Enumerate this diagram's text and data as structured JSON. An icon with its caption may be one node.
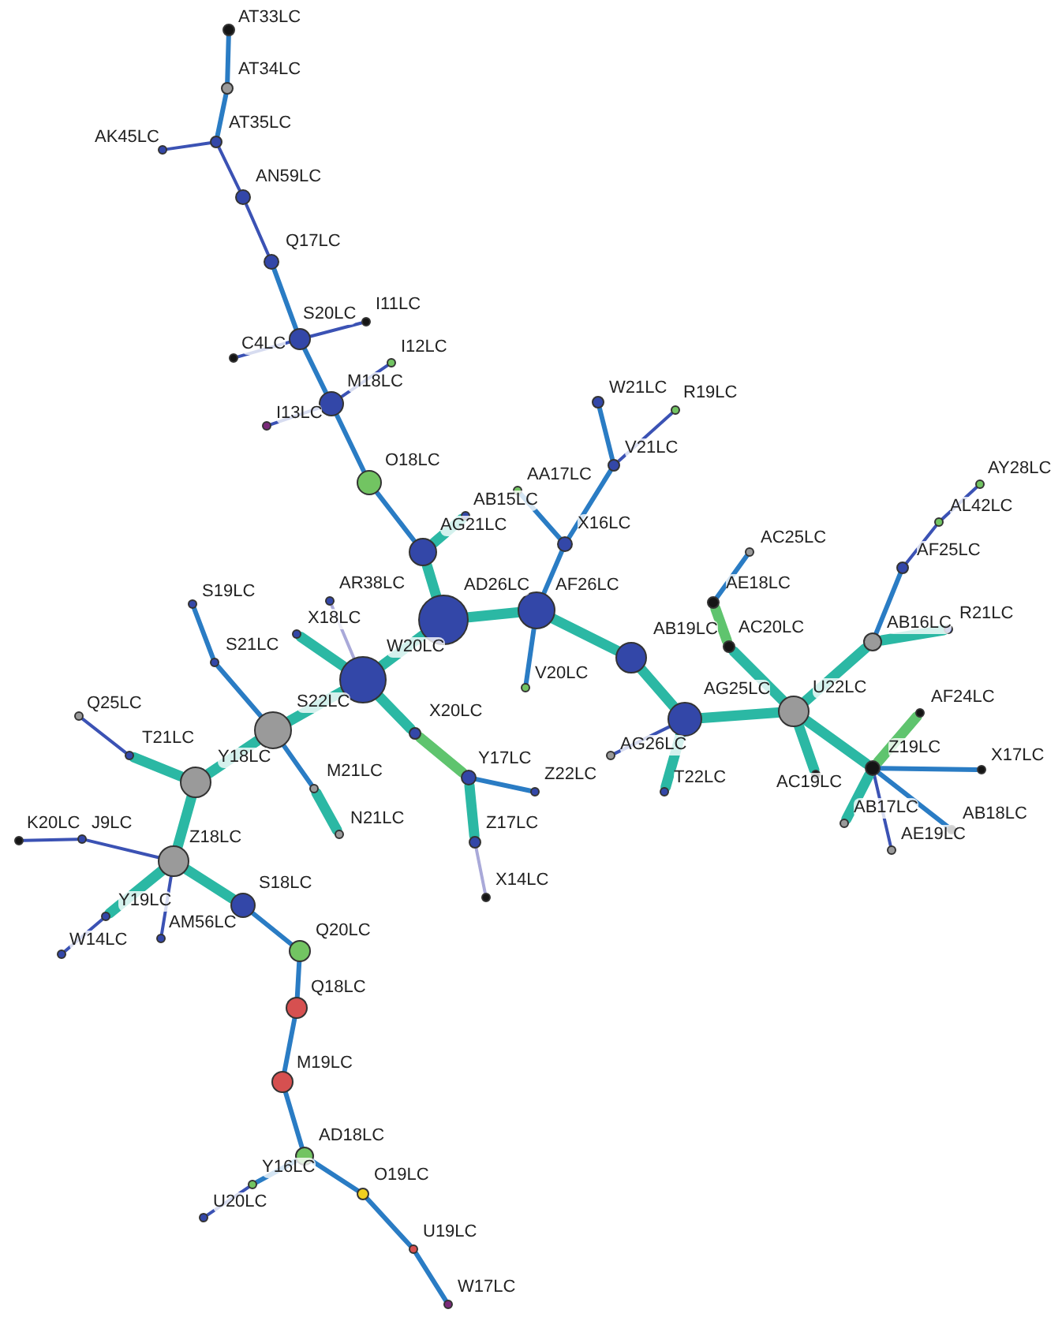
{
  "diagram": {
    "nodes": [
      {
        "text": [],
        "shape": "circle",
        "beside": [
          "AT33LC"
        ]
      },
      {
        "text": [],
        "shape": "circle",
        "beside": [
          "AT34LC"
        ]
      },
      {
        "text": [],
        "shape": "circle",
        "beside": [
          "AT35LC"
        ]
      },
      {
        "text": [],
        "shape": "circle",
        "beside": [
          "AK45LC"
        ]
      },
      {
        "text": [],
        "shape": "circle",
        "beside": [
          "AN59LC"
        ]
      },
      {
        "text": [],
        "shape": "circle",
        "beside": [
          "Q17LC"
        ]
      },
      {
        "text": [],
        "shape": "circle",
        "beside": [
          "S20LC"
        ]
      },
      {
        "text": [],
        "shape": "circle",
        "beside": [
          "I11LC"
        ]
      },
      {
        "text": [],
        "shape": "circle",
        "beside": [
          "C4LC"
        ]
      },
      {
        "text": [],
        "shape": "circle",
        "beside": [
          "I12LC"
        ]
      },
      {
        "text": [],
        "shape": "circle",
        "beside": [
          "M18LC"
        ]
      },
      {
        "text": [],
        "shape": "circle",
        "beside": [
          "I13LC"
        ]
      },
      {
        "text": [],
        "shape": "circle",
        "beside": [
          "O18LC"
        ]
      },
      {
        "text": [],
        "shape": "circle",
        "beside": [
          "AG21LC"
        ]
      },
      {
        "text": [],
        "shape": "circle",
        "beside": [
          "AB15LC"
        ]
      },
      {
        "text": [],
        "shape": "circle",
        "beside": [
          "AD26LC"
        ]
      },
      {
        "text": [],
        "shape": "circle",
        "beside": [
          "AF26LC"
        ]
      },
      {
        "text": [],
        "shape": "circle",
        "beside": [
          "X16LC"
        ]
      },
      {
        "text": [],
        "shape": "circle",
        "beside": [
          "AA17LC"
        ]
      },
      {
        "text": [],
        "shape": "circle",
        "beside": [
          "V21LC"
        ]
      },
      {
        "text": [],
        "shape": "circle",
        "beside": [
          "W21LC"
        ]
      },
      {
        "text": [],
        "shape": "circle",
        "beside": [
          "R19LC"
        ]
      },
      {
        "text": [],
        "shape": "circle",
        "beside": [
          "V20LC"
        ]
      },
      {
        "text": [],
        "shape": "circle",
        "beside": [
          "AB19LC"
        ]
      },
      {
        "text": [],
        "shape": "circle",
        "beside": [
          "AG25LC"
        ]
      },
      {
        "text": [],
        "shape": "circle",
        "beside": [
          "AG26LC"
        ]
      },
      {
        "text": [],
        "shape": "circle",
        "beside": [
          "T22LC"
        ]
      },
      {
        "text": [],
        "shape": "circle",
        "beside": [
          "U22LC"
        ]
      },
      {
        "text": [],
        "shape": "circle",
        "beside": [
          "AC20LC"
        ]
      },
      {
        "text": [],
        "shape": "circle",
        "beside": [
          "AE18LC"
        ]
      },
      {
        "text": [],
        "shape": "circle",
        "beside": [
          "AC25LC"
        ]
      },
      {
        "text": [],
        "shape": "circle",
        "beside": [
          "AB16LC"
        ]
      },
      {
        "text": [],
        "shape": "circle",
        "beside": [
          "R21LC"
        ]
      },
      {
        "text": [],
        "shape": "circle",
        "beside": [
          "AF25LC"
        ]
      },
      {
        "text": [],
        "shape": "circle",
        "beside": [
          "AL42LC"
        ]
      },
      {
        "text": [],
        "shape": "circle",
        "beside": [
          "AY28LC"
        ]
      },
      {
        "text": [],
        "shape": "circle",
        "beside": [
          "AC19LC"
        ]
      },
      {
        "text": [],
        "shape": "circle",
        "beside": [
          "Z19LC"
        ]
      },
      {
        "text": [],
        "shape": "circle",
        "beside": [
          "AF24LC"
        ]
      },
      {
        "text": [],
        "shape": "circle",
        "beside": [
          "X17LC"
        ]
      },
      {
        "text": [],
        "shape": "circle",
        "beside": [
          "AB18LC"
        ]
      },
      {
        "text": [],
        "shape": "circle",
        "beside": [
          "AE19LC"
        ]
      },
      {
        "text": [],
        "shape": "circle",
        "beside": [
          "AB17LC"
        ]
      },
      {
        "text": [],
        "shape": "circle",
        "beside": [
          "S19LC"
        ]
      },
      {
        "text": [],
        "shape": "circle",
        "beside": [
          "AR38LC"
        ]
      },
      {
        "text": [],
        "shape": "circle",
        "beside": [
          "X18LC"
        ]
      },
      {
        "text": [],
        "shape": "circle",
        "beside": [
          "S21LC"
        ]
      },
      {
        "text": [],
        "shape": "circle",
        "beside": [
          "W20LC"
        ]
      },
      {
        "text": [],
        "shape": "circle",
        "beside": [
          "S22LC"
        ]
      },
      {
        "text": [],
        "shape": "circle",
        "beside": [
          "Q25LC"
        ]
      },
      {
        "text": [],
        "shape": "circle",
        "beside": [
          "T21LC"
        ]
      },
      {
        "text": [],
        "shape": "circle",
        "beside": [
          "Y18LC"
        ]
      },
      {
        "text": [],
        "shape": "circle",
        "beside": [
          "M21LC"
        ]
      },
      {
        "text": [],
        "shape": "circle",
        "beside": [
          "X20LC"
        ]
      },
      {
        "text": [],
        "shape": "circle",
        "beside": [
          "Y17LC"
        ]
      },
      {
        "text": [],
        "shape": "circle",
        "beside": [
          "Z22LC"
        ]
      },
      {
        "text": [],
        "shape": "circle",
        "beside": [
          "Z17LC"
        ]
      },
      {
        "text": [],
        "shape": "circle",
        "beside": [
          "N21LC"
        ]
      },
      {
        "text": [],
        "shape": "circle",
        "beside": [
          "K20LC"
        ]
      },
      {
        "text": [],
        "shape": "circle",
        "beside": [
          "J9LC"
        ]
      },
      {
        "text": [],
        "shape": "circle",
        "beside": [
          "Z18LC"
        ]
      },
      {
        "text": [],
        "shape": "circle",
        "beside": [
          "Y19LC"
        ]
      },
      {
        "text": [],
        "shape": "circle",
        "beside": [
          "S18LC"
        ]
      },
      {
        "text": [],
        "shape": "circle",
        "beside": [
          "X14LC"
        ]
      },
      {
        "text": [],
        "shape": "circle",
        "beside": [
          "AM56LC"
        ]
      },
      {
        "text": [],
        "shape": "circle",
        "beside": [
          "W14LC"
        ]
      },
      {
        "text": [],
        "shape": "circle",
        "beside": [
          "Q20LC"
        ]
      },
      {
        "text": [],
        "shape": "circle",
        "beside": [
          "Q18LC"
        ]
      },
      {
        "text": [],
        "shape": "circle",
        "beside": [
          "M19LC"
        ]
      },
      {
        "text": [],
        "shape": "circle",
        "beside": [
          "AD18LC"
        ]
      },
      {
        "text": [],
        "shape": "circle",
        "beside": [
          "Y16LC"
        ]
      },
      {
        "text": [],
        "shape": "circle",
        "beside": [
          "O19LC"
        ]
      },
      {
        "text": [],
        "shape": "circle",
        "beside": [
          "U20LC"
        ]
      },
      {
        "text": [],
        "shape": "circle",
        "beside": [
          "U19LC"
        ]
      },
      {
        "text": [],
        "shape": "circle",
        "beside": [
          "W17LC"
        ]
      }
    ],
    "edges": [
      {
        "from": 0,
        "to": 1,
        "arrow": "none"
      },
      {
        "from": 1,
        "to": 2,
        "arrow": "none"
      },
      {
        "from": 2,
        "to": 3,
        "arrow": "none",
        "color": "#3b52b4"
      },
      {
        "from": 2,
        "to": 4,
        "arrow": "none",
        "color": "#3b52b4"
      },
      {
        "from": 4,
        "to": 5,
        "arrow": "none",
        "color": "#3b52b4"
      },
      {
        "from": 5,
        "to": 6,
        "arrow": "none"
      },
      {
        "from": 6,
        "to": 7,
        "arrow": "none",
        "color": "#3b52b4"
      },
      {
        "from": 6,
        "to": 8,
        "arrow": "none",
        "color": "#3b52b4"
      },
      {
        "from": 6,
        "to": 10,
        "arrow": "none"
      },
      {
        "from": 10,
        "to": 9,
        "arrow": "none",
        "color": "#3b52b4"
      },
      {
        "from": 10,
        "to": 11,
        "arrow": "none",
        "color": "#3b52b4"
      },
      {
        "from": 10,
        "to": 12,
        "arrow": "none"
      },
      {
        "from": 12,
        "to": 13,
        "arrow": "none"
      },
      {
        "from": 13,
        "to": 14,
        "arrow": "none",
        "style": "thick",
        "color": "#2bb8a4"
      },
      {
        "from": 13,
        "to": 15,
        "arrow": "none",
        "style": "thick",
        "color": "#2bb8a4"
      },
      {
        "from": 15,
        "to": 47,
        "arrow": "none",
        "style": "thick",
        "color": "#2bb8a4"
      },
      {
        "from": 15,
        "to": 16,
        "arrow": "none",
        "style": "thick",
        "color": "#2bb8a4"
      },
      {
        "from": 16,
        "to": 17,
        "arrow": "none"
      },
      {
        "from": 17,
        "to": 18,
        "arrow": "none"
      },
      {
        "from": 17,
        "to": 19,
        "arrow": "none"
      },
      {
        "from": 19,
        "to": 20,
        "arrow": "none"
      },
      {
        "from": 19,
        "to": 21,
        "arrow": "none",
        "color": "#3b52b4"
      },
      {
        "from": 16,
        "to": 22,
        "arrow": "none"
      },
      {
        "from": 16,
        "to": 23,
        "arrow": "none",
        "style": "thick",
        "color": "#2bb8a4"
      },
      {
        "from": 23,
        "to": 24,
        "arrow": "none",
        "style": "thick",
        "color": "#2bb8a4"
      },
      {
        "from": 24,
        "to": 25,
        "arrow": "none",
        "color": "#3b52b4"
      },
      {
        "from": 24,
        "to": 26,
        "arrow": "none",
        "style": "thick",
        "color": "#2bb8a4"
      },
      {
        "from": 24,
        "to": 27,
        "arrow": "none",
        "style": "thick",
        "color": "#2bb8a4"
      },
      {
        "from": 27,
        "to": 28,
        "arrow": "none",
        "style": "thick",
        "color": "#2bb8a4"
      },
      {
        "from": 28,
        "to": 29,
        "arrow": "none",
        "style": "thick",
        "color": "#5fc46e"
      },
      {
        "from": 29,
        "to": 30,
        "arrow": "none"
      },
      {
        "from": 27,
        "to": 31,
        "arrow": "none",
        "style": "thick",
        "color": "#2bb8a4"
      },
      {
        "from": 31,
        "to": 32,
        "arrow": "none",
        "style": "thick",
        "color": "#2bb8a4"
      },
      {
        "from": 31,
        "to": 33,
        "arrow": "none"
      },
      {
        "from": 33,
        "to": 34,
        "arrow": "none",
        "color": "#3b52b4"
      },
      {
        "from": 34,
        "to": 35,
        "arrow": "none",
        "color": "#3b52b4"
      },
      {
        "from": 27,
        "to": 36,
        "arrow": "none",
        "style": "thick",
        "color": "#2bb8a4"
      },
      {
        "from": 27,
        "to": 37,
        "arrow": "none",
        "style": "thick",
        "color": "#2bb8a4"
      },
      {
        "from": 37,
        "to": 38,
        "arrow": "none",
        "style": "thick",
        "color": "#5fc46e"
      },
      {
        "from": 37,
        "to": 39,
        "arrow": "none"
      },
      {
        "from": 37,
        "to": 40,
        "arrow": "none"
      },
      {
        "from": 37,
        "to": 41,
        "arrow": "none",
        "color": "#3b52b4"
      },
      {
        "from": 37,
        "to": 42,
        "arrow": "none",
        "style": "thick",
        "color": "#2bb8a4"
      },
      {
        "from": 47,
        "to": 45,
        "arrow": "none",
        "style": "thick",
        "color": "#2bb8a4"
      },
      {
        "from": 47,
        "to": 44,
        "arrow": "none",
        "color": "#a9a9d9"
      },
      {
        "from": 47,
        "to": 48,
        "arrow": "none",
        "style": "thick",
        "color": "#2bb8a4"
      },
      {
        "from": 47,
        "to": 53,
        "arrow": "none",
        "style": "thick",
        "color": "#2bb8a4"
      },
      {
        "from": 53,
        "to": 54,
        "arrow": "none",
        "style": "thick",
        "color": "#5fc46e"
      },
      {
        "from": 54,
        "to": 55,
        "arrow": "none"
      },
      {
        "from": 54,
        "to": 56,
        "arrow": "none",
        "style": "thick",
        "color": "#2bb8a4"
      },
      {
        "from": 56,
        "to": 63,
        "arrow": "none",
        "color": "#a9a9d9"
      },
      {
        "from": 48,
        "to": 46,
        "arrow": "none"
      },
      {
        "from": 46,
        "to": 43,
        "arrow": "none"
      },
      {
        "from": 48,
        "to": 51,
        "arrow": "none",
        "style": "thick",
        "color": "#2bb8a4"
      },
      {
        "from": 48,
        "to": 52,
        "arrow": "none"
      },
      {
        "from": 52,
        "to": 57,
        "arrow": "none",
        "style": "thick",
        "color": "#2bb8a4"
      },
      {
        "from": 51,
        "to": 50,
        "arrow": "none",
        "style": "thick",
        "color": "#2bb8a4"
      },
      {
        "from": 50,
        "to": 49,
        "arrow": "none",
        "color": "#3b52b4"
      },
      {
        "from": 51,
        "to": 60,
        "arrow": "none",
        "style": "thick",
        "color": "#2bb8a4"
      },
      {
        "from": 60,
        "to": 59,
        "arrow": "none",
        "color": "#3b52b4"
      },
      {
        "from": 59,
        "to": 58,
        "arrow": "none",
        "color": "#3b52b4"
      },
      {
        "from": 60,
        "to": 61,
        "arrow": "none",
        "style": "thick",
        "color": "#2bb8a4"
      },
      {
        "from": 61,
        "to": 65,
        "arrow": "none",
        "color": "#3b52b4"
      },
      {
        "from": 60,
        "to": 64,
        "arrow": "none",
        "color": "#3b52b4"
      },
      {
        "from": 60,
        "to": 62,
        "arrow": "none",
        "style": "thick",
        "color": "#2bb8a4"
      },
      {
        "from": 62,
        "to": 66,
        "arrow": "none"
      },
      {
        "from": 66,
        "to": 67,
        "arrow": "none"
      },
      {
        "from": 67,
        "to": 68,
        "arrow": "none"
      },
      {
        "from": 68,
        "to": 69,
        "arrow": "none"
      },
      {
        "from": 69,
        "to": 70,
        "arrow": "none"
      },
      {
        "from": 70,
        "to": 72,
        "arrow": "none",
        "color": "#3b52b4"
      },
      {
        "from": 69,
        "to": 71,
        "arrow": "none"
      },
      {
        "from": 71,
        "to": 73,
        "arrow": "none"
      },
      {
        "from": 73,
        "to": 74,
        "arrow": "none"
      }
    ]
  }
}
